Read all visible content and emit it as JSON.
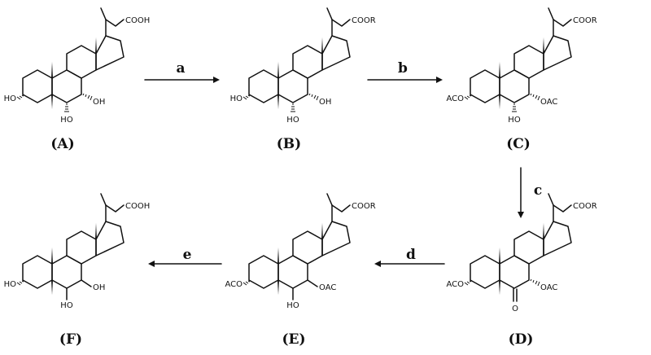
{
  "molecules": [
    {
      "id": "A",
      "caption": "(A)",
      "tail": "COOH",
      "o3": "HO",
      "o7": "OH",
      "o6": "HO",
      "ketone": "",
      "beta6": false,
      "beta7": false
    },
    {
      "id": "B",
      "caption": "(B)",
      "tail": "COOR",
      "o3": "HO",
      "o7": "OH",
      "o6": "HO",
      "ketone": "",
      "beta6": false,
      "beta7": false
    },
    {
      "id": "C",
      "caption": "(C)",
      "tail": "COOR",
      "o3": "ACO",
      "o7": "OAC",
      "o6": "HO",
      "ketone": "",
      "beta6": false,
      "beta7": false
    },
    {
      "id": "D",
      "caption": "(D)",
      "tail": "COOR",
      "o3": "ACO",
      "o7": "OAC",
      "o6": "",
      "ketone": "O",
      "beta6": false,
      "beta7": false
    },
    {
      "id": "E",
      "caption": "(E)",
      "tail": "COOR",
      "o3": "ACO",
      "o7": "OAC",
      "o6": "HO",
      "ketone": "",
      "beta6": true,
      "beta7": true
    },
    {
      "id": "F",
      "caption": "(F)",
      "tail": "COOH",
      "o3": "HO",
      "o7": "OH",
      "o6": "HO",
      "ketone": "",
      "beta6": true,
      "beta7": true
    }
  ],
  "steps": [
    {
      "id": "a",
      "label": "a"
    },
    {
      "id": "b",
      "label": "b"
    },
    {
      "id": "c",
      "label": "c"
    },
    {
      "id": "d",
      "label": "d"
    },
    {
      "id": "e",
      "label": "e"
    }
  ]
}
